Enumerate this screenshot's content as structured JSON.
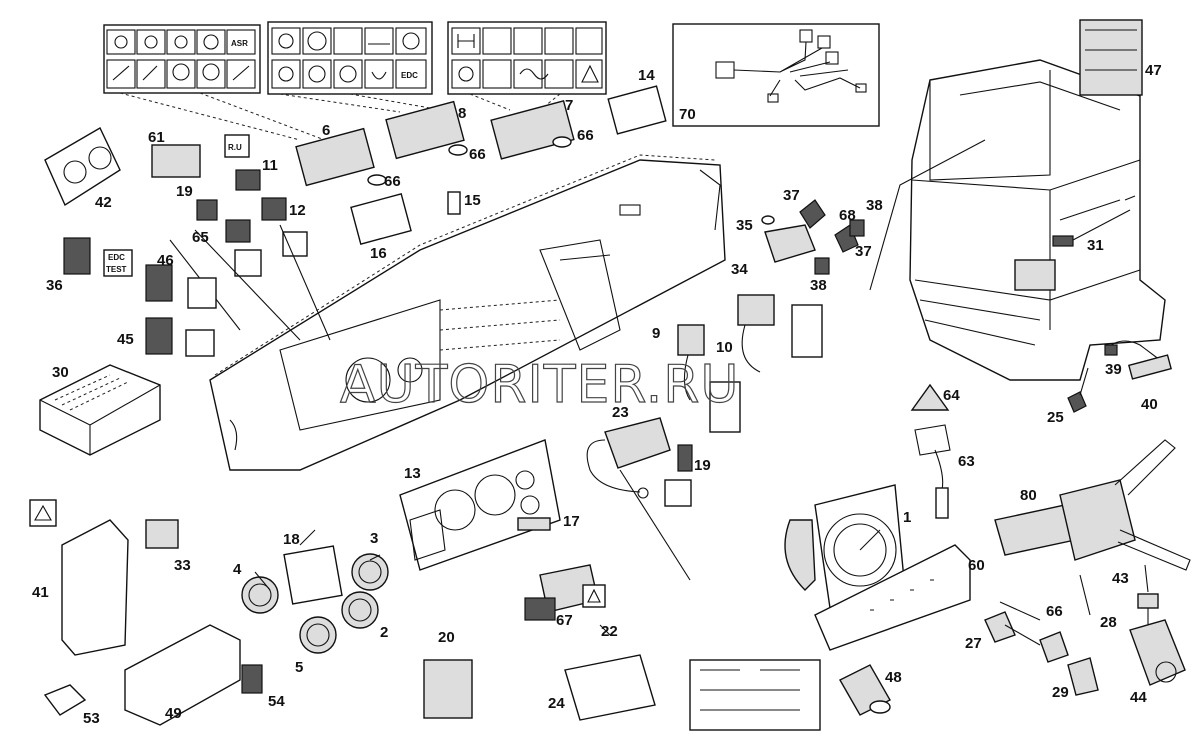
{
  "watermark": "AUTORITER.RU",
  "symbol_labels": {
    "asr": "ASR",
    "edc": "EDC",
    "edc_test_1": "EDC",
    "edc_test_2": "TEST",
    "ru": "R.U"
  },
  "callouts": [
    {
      "id": "1",
      "text": "1"
    },
    {
      "id": "2",
      "text": "2"
    },
    {
      "id": "3",
      "text": "3"
    },
    {
      "id": "4",
      "text": "4"
    },
    {
      "id": "5",
      "text": "5"
    },
    {
      "id": "6",
      "text": "6"
    },
    {
      "id": "7",
      "text": "7"
    },
    {
      "id": "8",
      "text": "8"
    },
    {
      "id": "9",
      "text": "9"
    },
    {
      "id": "10",
      "text": "10"
    },
    {
      "id": "11",
      "text": "11"
    },
    {
      "id": "12",
      "text": "12"
    },
    {
      "id": "13",
      "text": "13"
    },
    {
      "id": "14",
      "text": "14"
    },
    {
      "id": "15",
      "text": "15"
    },
    {
      "id": "16",
      "text": "16"
    },
    {
      "id": "17",
      "text": "17"
    },
    {
      "id": "18",
      "text": "18"
    },
    {
      "id": "19a",
      "text": "19"
    },
    {
      "id": "19b",
      "text": "19"
    },
    {
      "id": "20",
      "text": "20"
    },
    {
      "id": "22",
      "text": "22"
    },
    {
      "id": "23",
      "text": "23"
    },
    {
      "id": "24",
      "text": "24"
    },
    {
      "id": "25",
      "text": "25"
    },
    {
      "id": "27",
      "text": "27"
    },
    {
      "id": "28",
      "text": "28"
    },
    {
      "id": "29",
      "text": "29"
    },
    {
      "id": "30",
      "text": "30"
    },
    {
      "id": "31",
      "text": "31"
    },
    {
      "id": "33",
      "text": "33"
    },
    {
      "id": "34",
      "text": "34"
    },
    {
      "id": "35",
      "text": "35"
    },
    {
      "id": "36",
      "text": "36"
    },
    {
      "id": "37a",
      "text": "37"
    },
    {
      "id": "37b",
      "text": "37"
    },
    {
      "id": "38a",
      "text": "38"
    },
    {
      "id": "38b",
      "text": "38"
    },
    {
      "id": "39",
      "text": "39"
    },
    {
      "id": "40",
      "text": "40"
    },
    {
      "id": "41",
      "text": "41"
    },
    {
      "id": "42",
      "text": "42"
    },
    {
      "id": "43",
      "text": "43"
    },
    {
      "id": "44",
      "text": "44"
    },
    {
      "id": "45",
      "text": "45"
    },
    {
      "id": "46",
      "text": "46"
    },
    {
      "id": "47",
      "text": "47"
    },
    {
      "id": "48",
      "text": "48"
    },
    {
      "id": "49",
      "text": "49"
    },
    {
      "id": "53",
      "text": "53"
    },
    {
      "id": "54",
      "text": "54"
    },
    {
      "id": "60",
      "text": "60"
    },
    {
      "id": "61",
      "text": "61"
    },
    {
      "id": "63",
      "text": "63"
    },
    {
      "id": "64",
      "text": "64"
    },
    {
      "id": "65",
      "text": "65"
    },
    {
      "id": "66a",
      "text": "66"
    },
    {
      "id": "66b",
      "text": "66"
    },
    {
      "id": "66c",
      "text": "66"
    },
    {
      "id": "66d",
      "text": "66"
    },
    {
      "id": "67",
      "text": "67"
    },
    {
      "id": "68",
      "text": "68"
    },
    {
      "id": "70",
      "text": "70"
    },
    {
      "id": "80",
      "text": "80"
    }
  ]
}
